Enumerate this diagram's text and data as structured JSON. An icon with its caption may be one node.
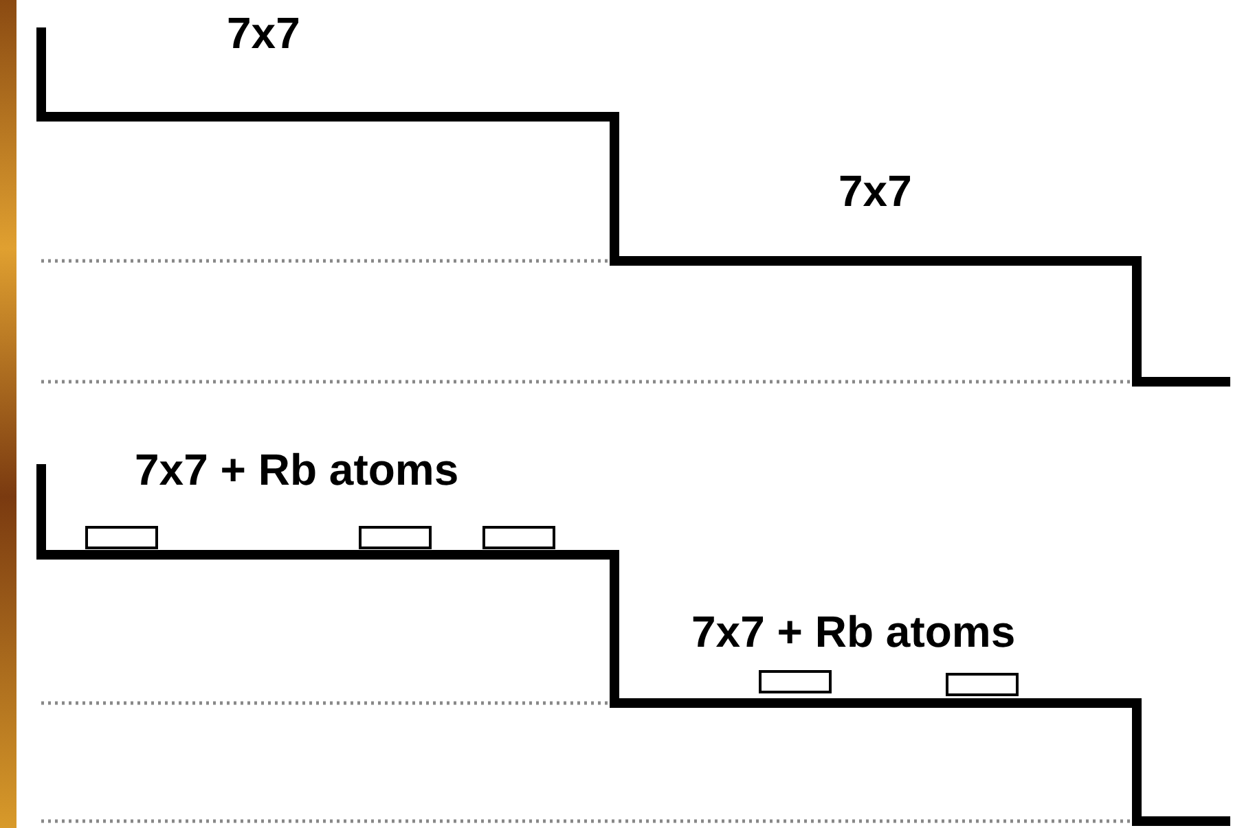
{
  "diagram": {
    "labels": [
      "7x7",
      "7x7",
      "7x7 + Rb atoms",
      "7x7 + Rb atoms"
    ]
  }
}
